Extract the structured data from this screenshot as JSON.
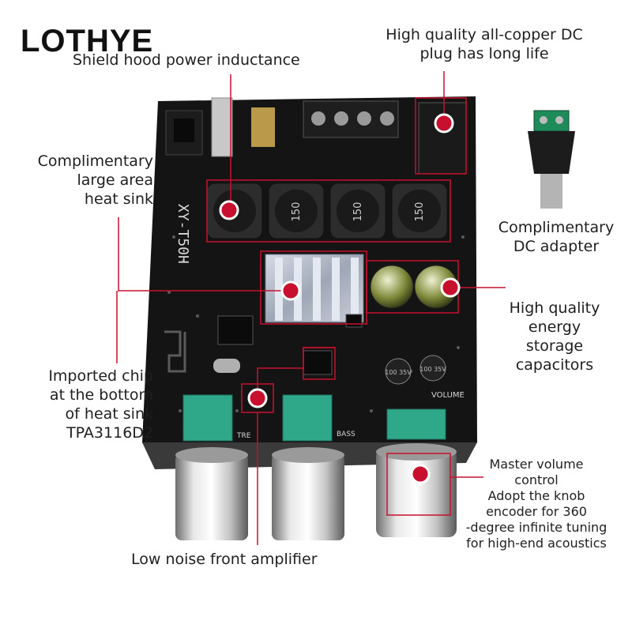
{
  "brand": "LOTHYE",
  "board_marks": {
    "model": "XY-T50H",
    "inductor_code": "150",
    "volume": "VOLUME",
    "treble": "TRE",
    "bass": "BASS",
    "cap_text": "100 35V"
  },
  "callouts": [
    {
      "id": "inductance",
      "lines": [
        "Shield hood power inductance"
      ]
    },
    {
      "id": "dc-plug",
      "lines": [
        "High quality all-copper DC",
        "plug has long life"
      ]
    },
    {
      "id": "heat-sink",
      "lines": [
        "Complimentary",
        "large area",
        "heat sink"
      ]
    },
    {
      "id": "dc-adapter",
      "lines": [
        "Complimentary",
        "DC adapter"
      ]
    },
    {
      "id": "capacitors",
      "lines": [
        "High quality",
        "energy",
        "storage",
        "capacitors"
      ]
    },
    {
      "id": "chip",
      "lines": [
        "Imported chip",
        "at the bottom",
        "of heat sink",
        "TPA3116D2"
      ]
    },
    {
      "id": "volume",
      "lines": [
        "Master volume",
        "control",
        "Adopt the knob",
        "encoder for 360",
        "-degree infinite tuning",
        "for high-end acoustics"
      ]
    },
    {
      "id": "preamp",
      "lines": [
        "Low noise front amplifier"
      ]
    }
  ],
  "colors": {
    "callout": "#c8102e",
    "board": "#141414",
    "pot": "#2fa88a",
    "text": "#1f1f1f"
  }
}
